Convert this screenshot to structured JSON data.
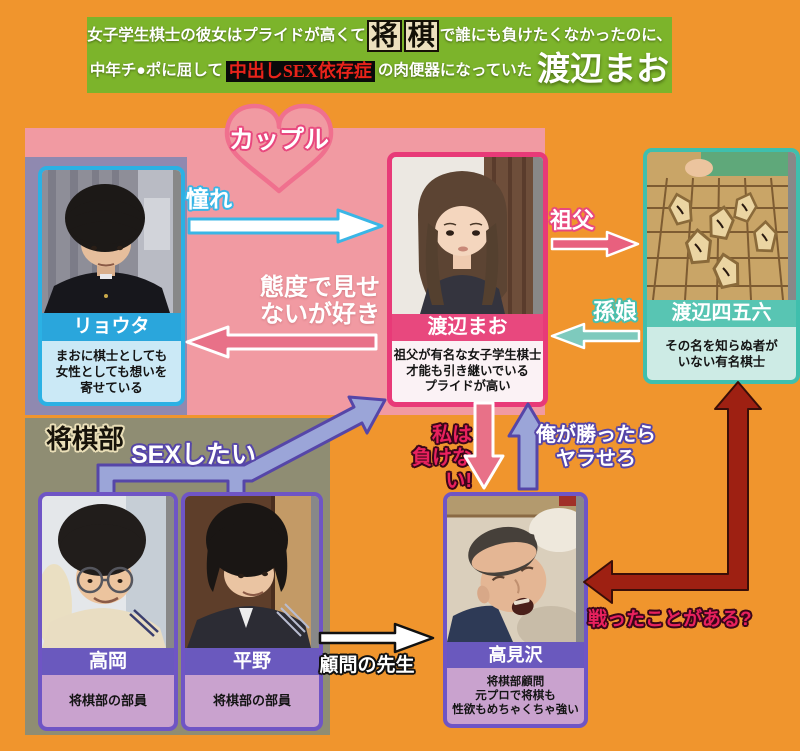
{
  "banner": {
    "line1_pre": "女子学生棋士の彼女はプライドが高くて",
    "tile1": "将",
    "tile2": "棋",
    "line1_post": "で誰にも負けたくなかったのに、",
    "line2_pre": "中年チ●ポに屈して",
    "line2_highlight": "中出しSEX依存症",
    "line2_mid": "の肉便器になっていた",
    "line2_name": "渡辺まお"
  },
  "groups": {
    "couple_label": "カップル",
    "club_label": "将棋部"
  },
  "characters": [
    {
      "name": "リョウタ",
      "description": "まおに棋士としても\n女性としても想いを\n寄せている"
    },
    {
      "name": "渡辺まお",
      "description": "祖父が有名な女子学生棋士\n才能も引き継いでいる\nプライドが高い"
    },
    {
      "name": "渡辺四五六",
      "description": "その名を知らぬ者が\nいない有名棋士"
    },
    {
      "name": "高岡",
      "description": "将棋部の部員"
    },
    {
      "name": "平野",
      "description": "将棋部の部員"
    },
    {
      "name": "高見沢",
      "description": "将棋部顧問\n元プロで将棋も\n性欲もめちゃくちゃ強い"
    }
  ],
  "relations": {
    "admiration": "憧れ",
    "likes_secretly": "態度で見せ\nないが好き",
    "grandfather": "祖父",
    "granddaughter": "孫娘",
    "wants_sex": "SEXしたい",
    "wont_lose": "私は\n負けない!",
    "if_i_win": "俺が勝ったら\nヤラせろ",
    "advisor": "顧問の先生",
    "have_fought": "戦ったことがある?"
  },
  "colors": {
    "background_orange": "#F0952D",
    "banner_green": "#7CB42B",
    "couple_pink": "#F19AA2",
    "ryouta_box_purple": "#8F89B0",
    "club_olive": "#8F8D73",
    "ryouta_blue": "#2BB1E4",
    "mao_pink": "#E8487E",
    "shigoro_teal": "#3FBFAD",
    "club_purple": "#6F55C5",
    "lavender_arrow": "#9BA5D8",
    "maroon_arrow": "#9E2012",
    "crimson_text": "#E8215E"
  }
}
